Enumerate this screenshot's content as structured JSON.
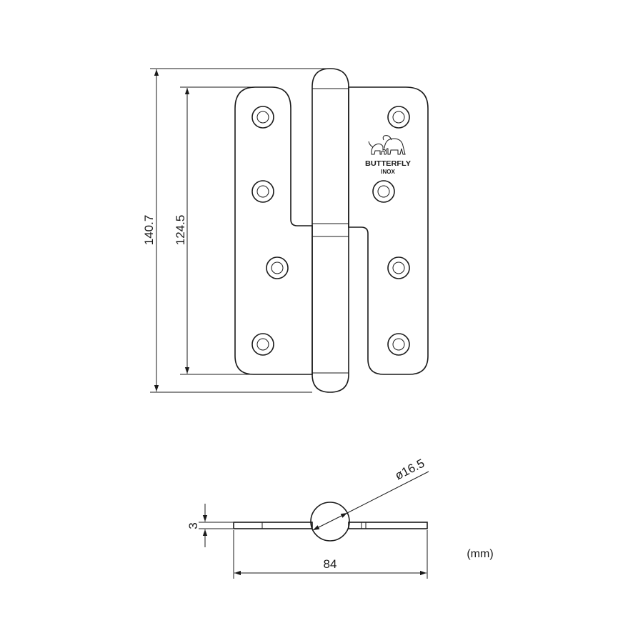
{
  "drawing": {
    "dimensions": {
      "overall_height": "140.7",
      "leaf_height": "124.5",
      "knuckle_diameter": "ø16.5",
      "leaf_thickness": "3",
      "overall_width": "84"
    },
    "units_label": "(mm)",
    "brand_mark": {
      "name": "BUTTERFLY",
      "sub": "INOX",
      "icon": "elephants-logo-icon"
    },
    "colors": {
      "line": "#1a1a1a",
      "background": "#ffffff"
    }
  }
}
